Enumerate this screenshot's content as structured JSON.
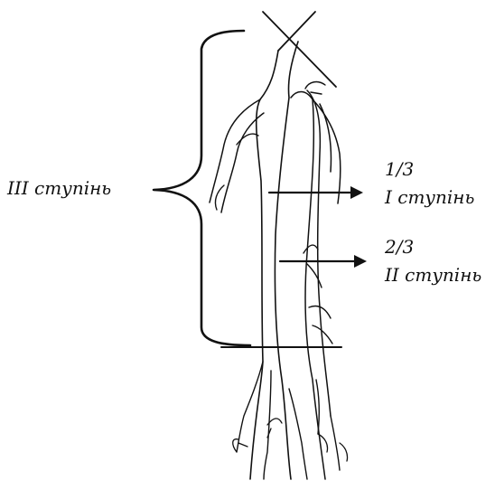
{
  "labels": {
    "degree_3": "III ступінь",
    "fraction_1": "1/3",
    "degree_1": "I ступінь",
    "fraction_2": "2/3",
    "degree_2": "II ступінь"
  },
  "colors": {
    "ink": "#111111",
    "background": "#ffffff"
  }
}
